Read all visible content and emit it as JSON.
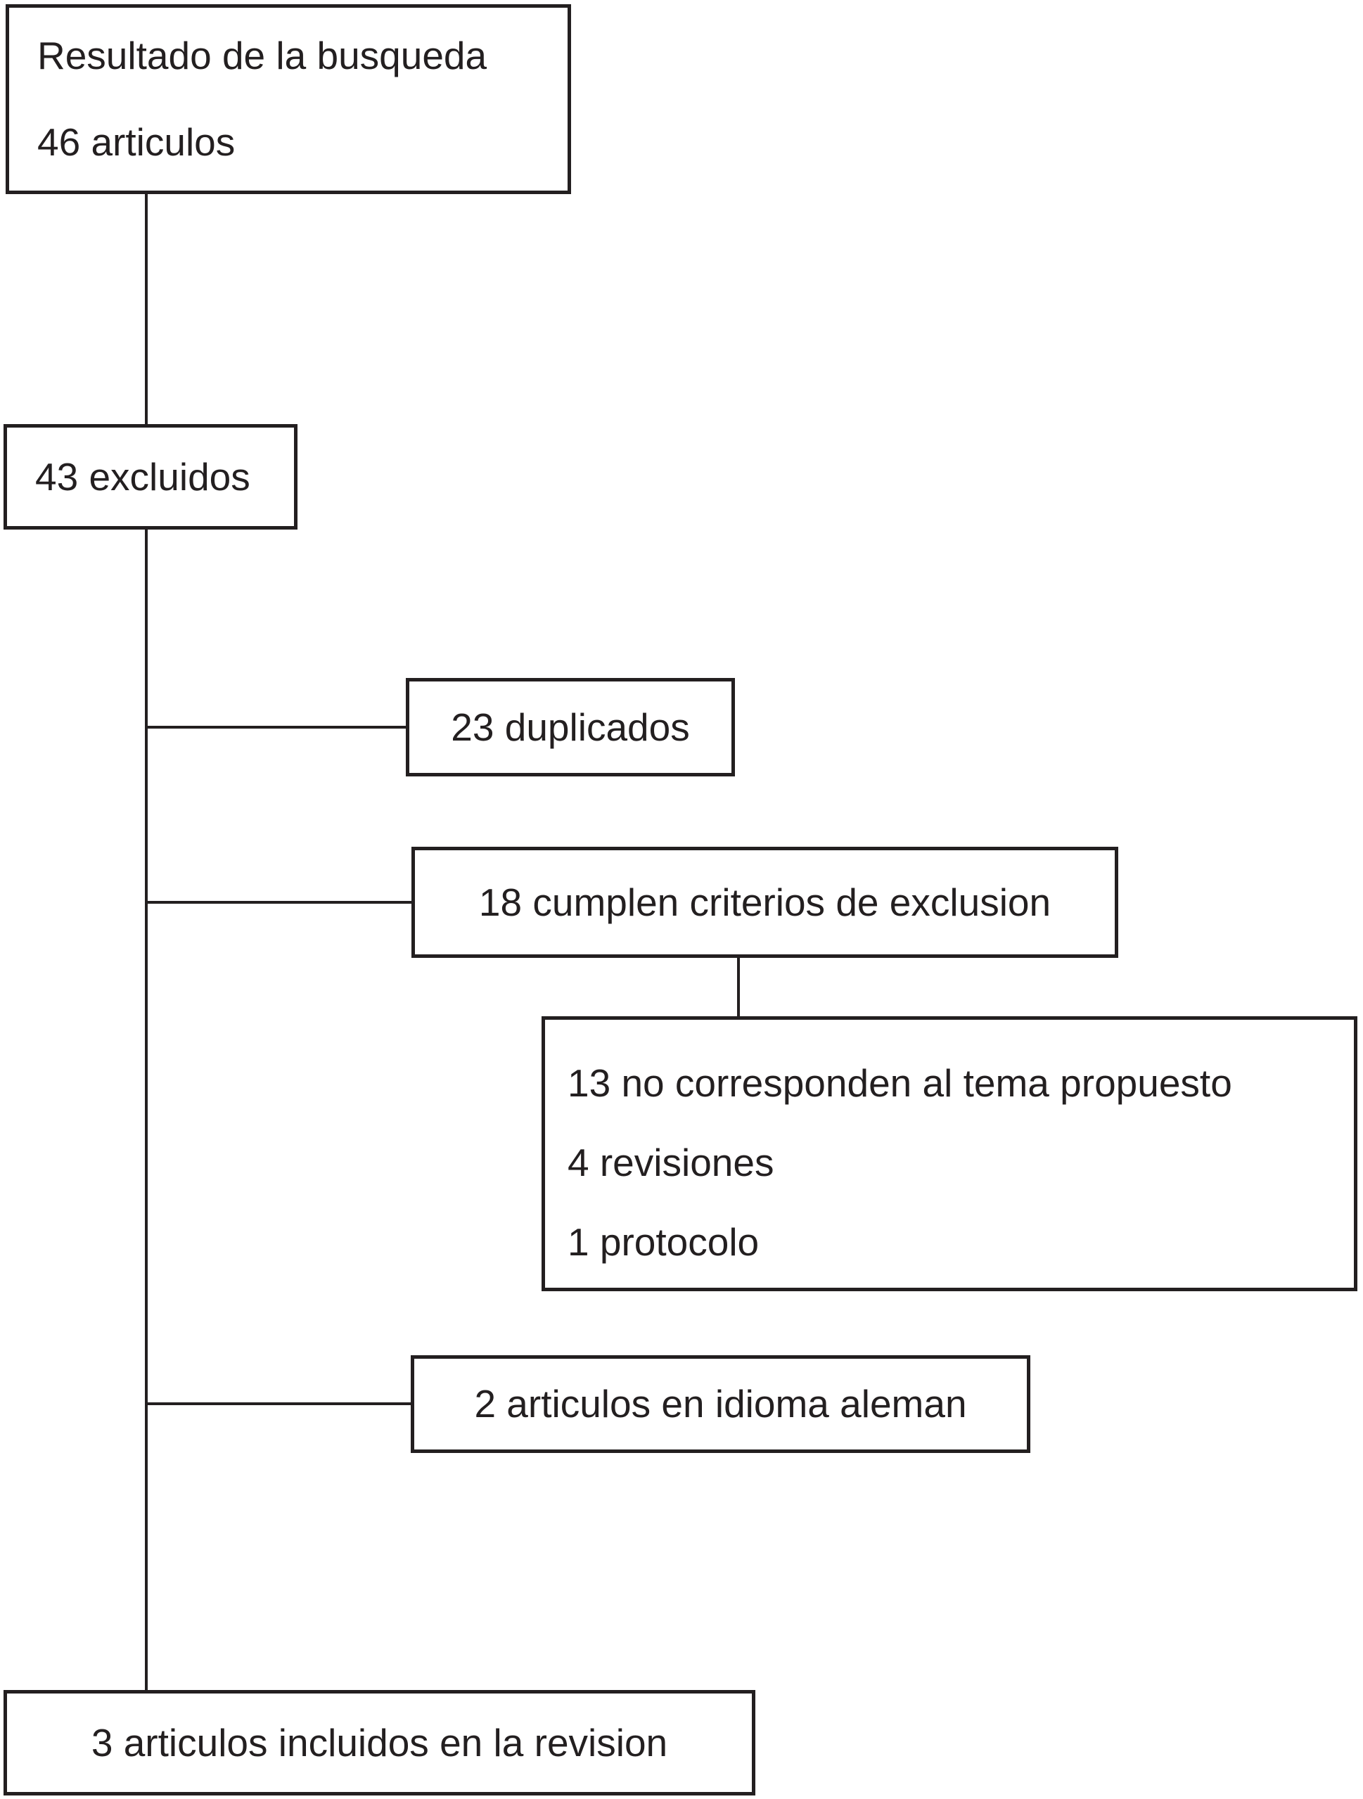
{
  "diagram": {
    "kind": "flowchart",
    "language": "es",
    "colors": {
      "ink": "#231f20",
      "background": "#ffffff"
    },
    "boxes": {
      "search": {
        "line1": "Resultado de la busqueda",
        "line2": "46 articulos"
      },
      "excluded": {
        "line1": "43 excluidos"
      },
      "duplicates": {
        "line1": "23 duplicados"
      },
      "exclusion_criteria": {
        "line1": "18 cumplen criterios de exclusion"
      },
      "exclusion_details": {
        "line1": "13 no corresponden al tema propuesto",
        "line2": "4 revisiones",
        "line3": "1 protocolo"
      },
      "german_language": {
        "line1": "2 articulos en idioma aleman"
      },
      "included": {
        "line1": "3 articulos incluidos en la revision"
      }
    }
  }
}
